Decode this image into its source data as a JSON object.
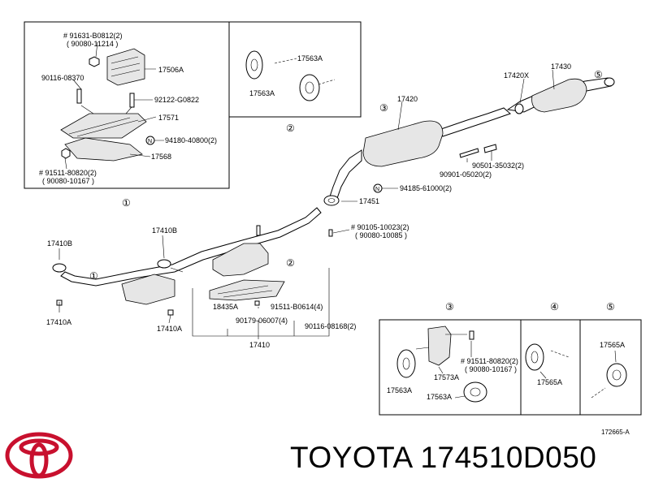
{
  "footer": {
    "brand": "TOYOTA",
    "part_number": "174510D050",
    "title": "TOYOTA 174510D050"
  },
  "diagram": {
    "ref_code": "172665-A",
    "box1": {
      "lbl_91631": "# 91631-B0812(2)",
      "lbl_90080_11214": "( 90080-11214 )",
      "lbl_17506A": "17506A",
      "lbl_90116_08370": "90116-08370",
      "lbl_92122": "92122-G0822",
      "lbl_17571": "17571",
      "lbl_94180": "94180-40800(2)",
      "lbl_17568": "17568",
      "lbl_91511": "# 91511-80820(2)",
      "lbl_90080_10167": "( 90080-10167 )",
      "circle": "①"
    },
    "box2": {
      "lbl_17563A_a": "17563A",
      "lbl_17563A_b": "17563A",
      "circle": "②"
    },
    "main": {
      "c3": "③",
      "c5": "⑤",
      "c1": "①",
      "c2": "②",
      "lbl_17420": "17420",
      "lbl_17420X": "17420X",
      "lbl_17430": "17430",
      "lbl_90901": "90901-05020(2)",
      "lbl_90501": "90501-35032(2)",
      "lbl_94185": "94185-61000(2)",
      "lbl_17451": "17451",
      "lbl_90105": "# 90105-10023(2)",
      "lbl_90080_10085": "( 90080-10085 )",
      "lbl_17410B_a": "17410B",
      "lbl_17410B_b": "17410B",
      "lbl_17410A_a": "17410A",
      "lbl_17410A_b": "17410A",
      "lbl_18435A": "18435A",
      "lbl_91511_b0614": "91511-B0614(4)",
      "lbl_90179": "90179-06007(4)",
      "lbl_90116_08168": "90116-08168(2)",
      "lbl_17410": "17410"
    },
    "box345": {
      "c3": "③",
      "c4": "④",
      "c5": "⑤",
      "lbl_91511_80820": "# 91511-80820(2)",
      "lbl_90080_10167": "( 90080-10167 )",
      "lbl_17573A": "17573A",
      "lbl_17563A_a": "17563A",
      "lbl_17563A_b": "17563A",
      "lbl_17565A_a": "17565A",
      "lbl_17565A_b": "17565A"
    }
  }
}
